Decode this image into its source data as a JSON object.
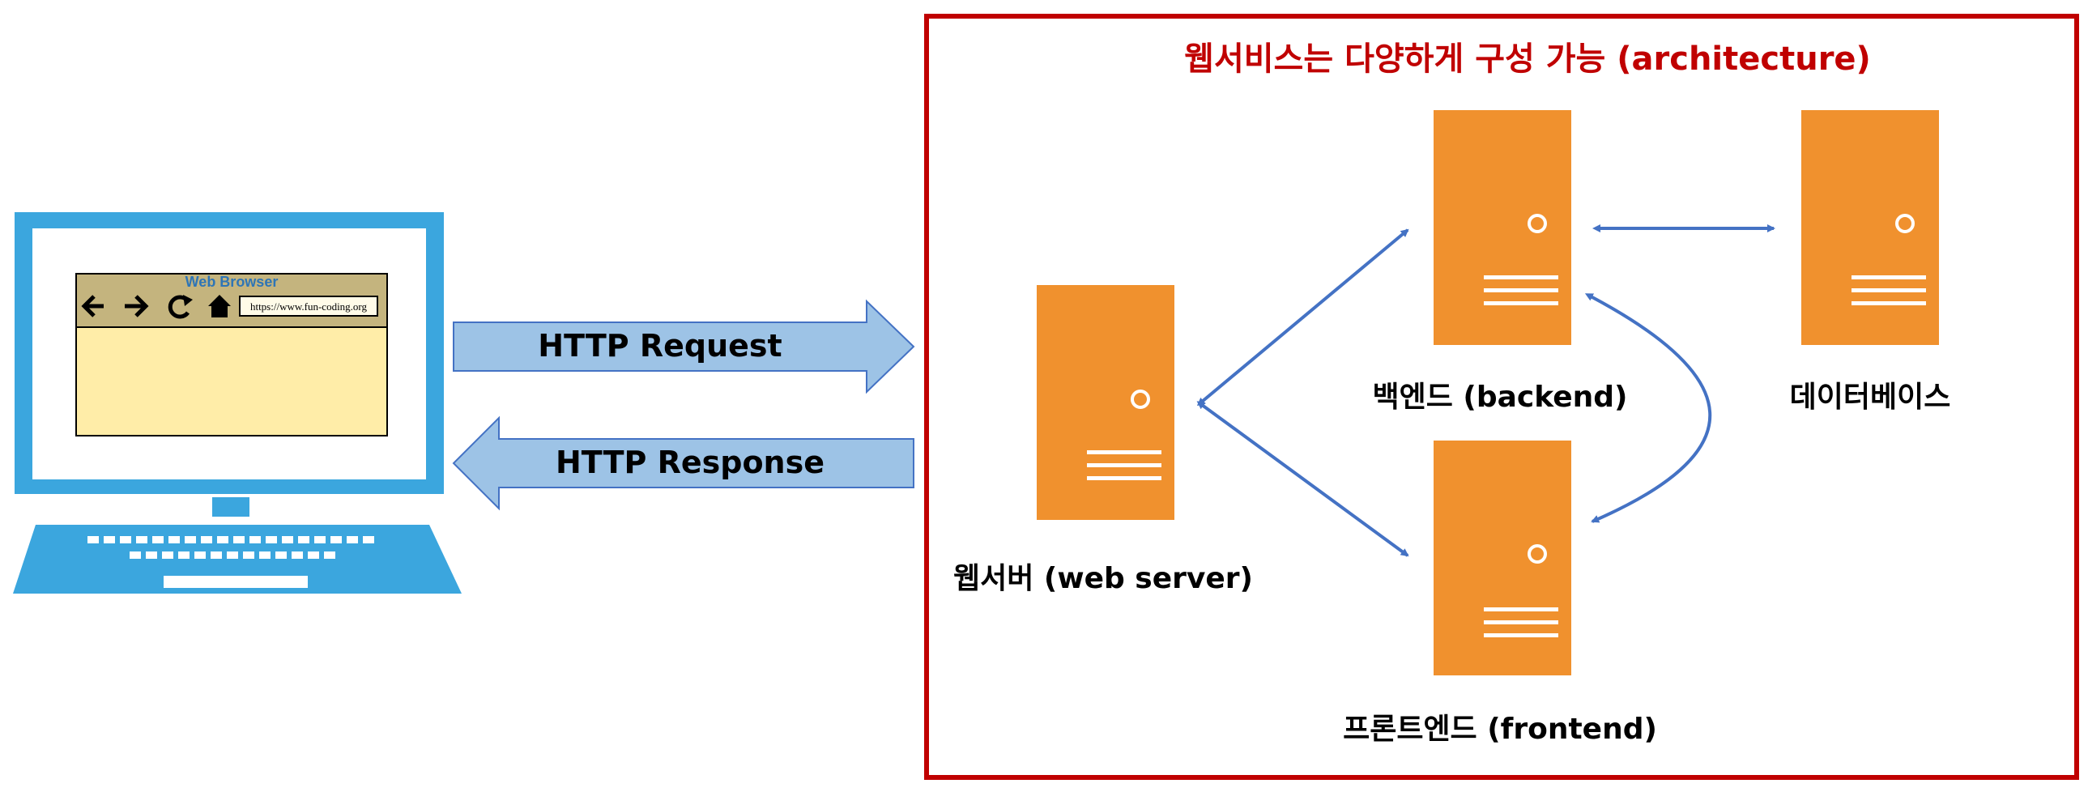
{
  "title": "웹서비스는 다양하게 구성 가능 (architecture)",
  "browser": {
    "window_title": "Web Browser",
    "url": "https://www.fun-coding.org",
    "icons": [
      "arrow-left-icon",
      "arrow-right-icon",
      "refresh-icon",
      "home-icon"
    ]
  },
  "arrows": {
    "request": "HTTP Request",
    "response": "HTTP Response"
  },
  "servers": {
    "web_server": "웹서버 (web server)",
    "backend": "백엔드 (backend)",
    "frontend": "프론트엔드 (frontend)",
    "database": "데이터베이스"
  },
  "colors": {
    "frame": "#C00000",
    "server": "#F0912E",
    "monitor": "#3BA6DE",
    "arrow_fill": "#9DC3E6",
    "connector": "#4472C4",
    "browser_bar": "#C4B47E",
    "browser_body": "#FFEDA8"
  }
}
